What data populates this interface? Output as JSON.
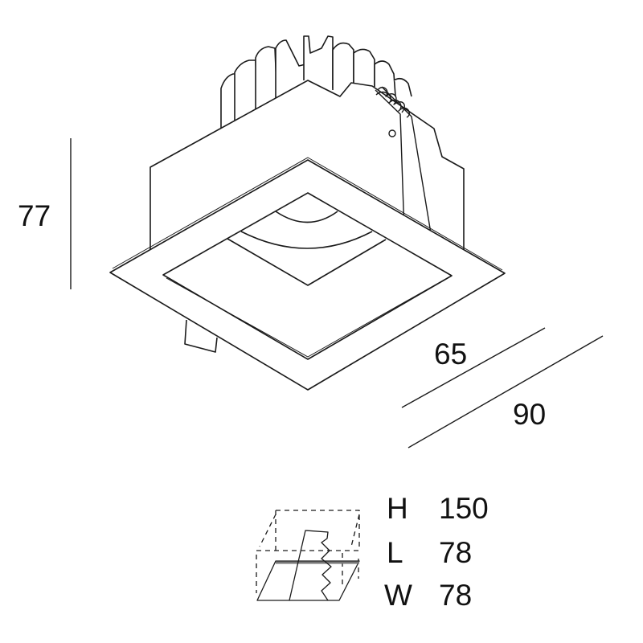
{
  "dimensions": {
    "height": "77",
    "inner_width": "65",
    "outer_width": "90"
  },
  "cutout": {
    "rows": [
      {
        "label": "H",
        "value": "150"
      },
      {
        "label": "L",
        "value": "78"
      },
      {
        "label": "W",
        "value": "78"
      }
    ]
  },
  "colors": {
    "line": "#1a1a1a",
    "background": "#ffffff"
  }
}
